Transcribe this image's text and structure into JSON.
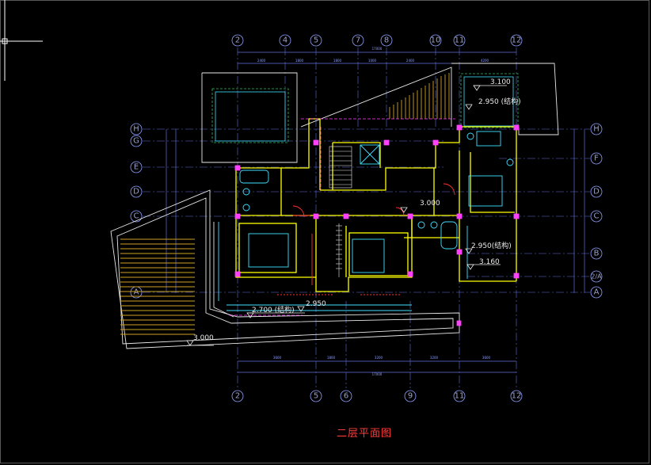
{
  "drawing": {
    "title": "二层平面图",
    "top_axes": [
      "2",
      "4",
      "5",
      "7",
      "8",
      "10",
      "11",
      "12"
    ],
    "bottom_axes": [
      "2",
      "5",
      "6",
      "9",
      "11",
      "12"
    ],
    "left_axes": [
      "H",
      "G",
      "E",
      "D",
      "C",
      "A"
    ],
    "right_axes": [
      "H",
      "F",
      "D",
      "C",
      "B",
      "2/A",
      "A"
    ],
    "levels": [
      {
        "id": "lvl-3100",
        "text": "3.100"
      },
      {
        "id": "lvl-2950-top",
        "text": "2.950 (结构)"
      },
      {
        "id": "lvl-3000-mid",
        "text": "3.000"
      },
      {
        "id": "lvl-2950-right",
        "text": "2.950(结构)"
      },
      {
        "id": "lvl-3160",
        "text": "3.160"
      },
      {
        "id": "lvl-2700",
        "text": "2.700 (结构)"
      },
      {
        "id": "lvl-2950-bottom",
        "text": "2.950"
      },
      {
        "id": "lvl-3000-bottom",
        "text": "3.000"
      }
    ],
    "colors": {
      "background": "#000000",
      "wall": "#ffff00",
      "axis": "#8fa0ff",
      "axis_line": "#5f6fd8",
      "magenta": "#ff40ff",
      "cyan": "#40e0ff",
      "green": "#30c060",
      "red": "#ff3030",
      "white": "#e8e8e8",
      "hatch": "#d0a020"
    }
  }
}
